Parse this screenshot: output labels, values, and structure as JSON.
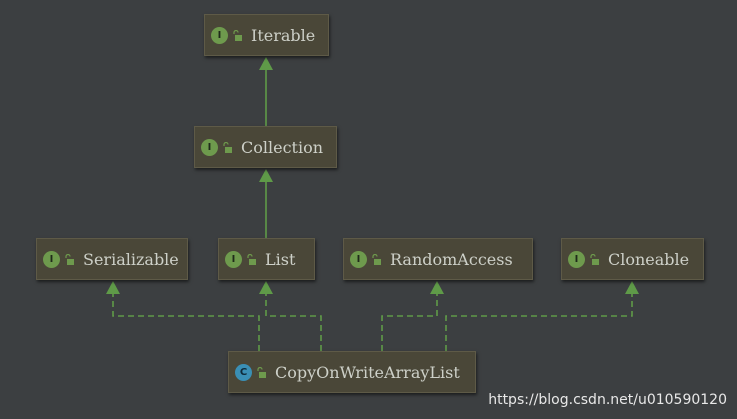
{
  "diagram": {
    "nodes": {
      "iterable": {
        "label": "Iterable",
        "kind": "interface",
        "badge": "I"
      },
      "collection": {
        "label": "Collection",
        "kind": "interface",
        "badge": "I"
      },
      "serializable": {
        "label": "Serializable",
        "kind": "interface",
        "badge": "I"
      },
      "list": {
        "label": "List",
        "kind": "interface",
        "badge": "I"
      },
      "random_access": {
        "label": "RandomAccess",
        "kind": "interface",
        "badge": "I"
      },
      "cloneable": {
        "label": "Cloneable",
        "kind": "interface",
        "badge": "I"
      },
      "copy_on_write": {
        "label": "CopyOnWriteArrayList",
        "kind": "class",
        "badge": "C"
      }
    },
    "edges": [
      {
        "from": "collection",
        "to": "iterable",
        "style": "extends"
      },
      {
        "from": "list",
        "to": "collection",
        "style": "extends"
      },
      {
        "from": "copy_on_write",
        "to": "serializable",
        "style": "implements"
      },
      {
        "from": "copy_on_write",
        "to": "list",
        "style": "implements"
      },
      {
        "from": "copy_on_write",
        "to": "random_access",
        "style": "implements"
      },
      {
        "from": "copy_on_write",
        "to": "cloneable",
        "style": "implements"
      }
    ],
    "colors": {
      "background": "#3c3f41",
      "edge": "#5f9a48",
      "interface_badge": "#6e9a4d",
      "class_badge": "#3a8fb5",
      "node_fill": "#4a4738",
      "text": "#cdd0c8"
    },
    "icons": {
      "visibility": "unlock-icon"
    }
  },
  "watermark": "https://blog.csdn.net/u010590120"
}
